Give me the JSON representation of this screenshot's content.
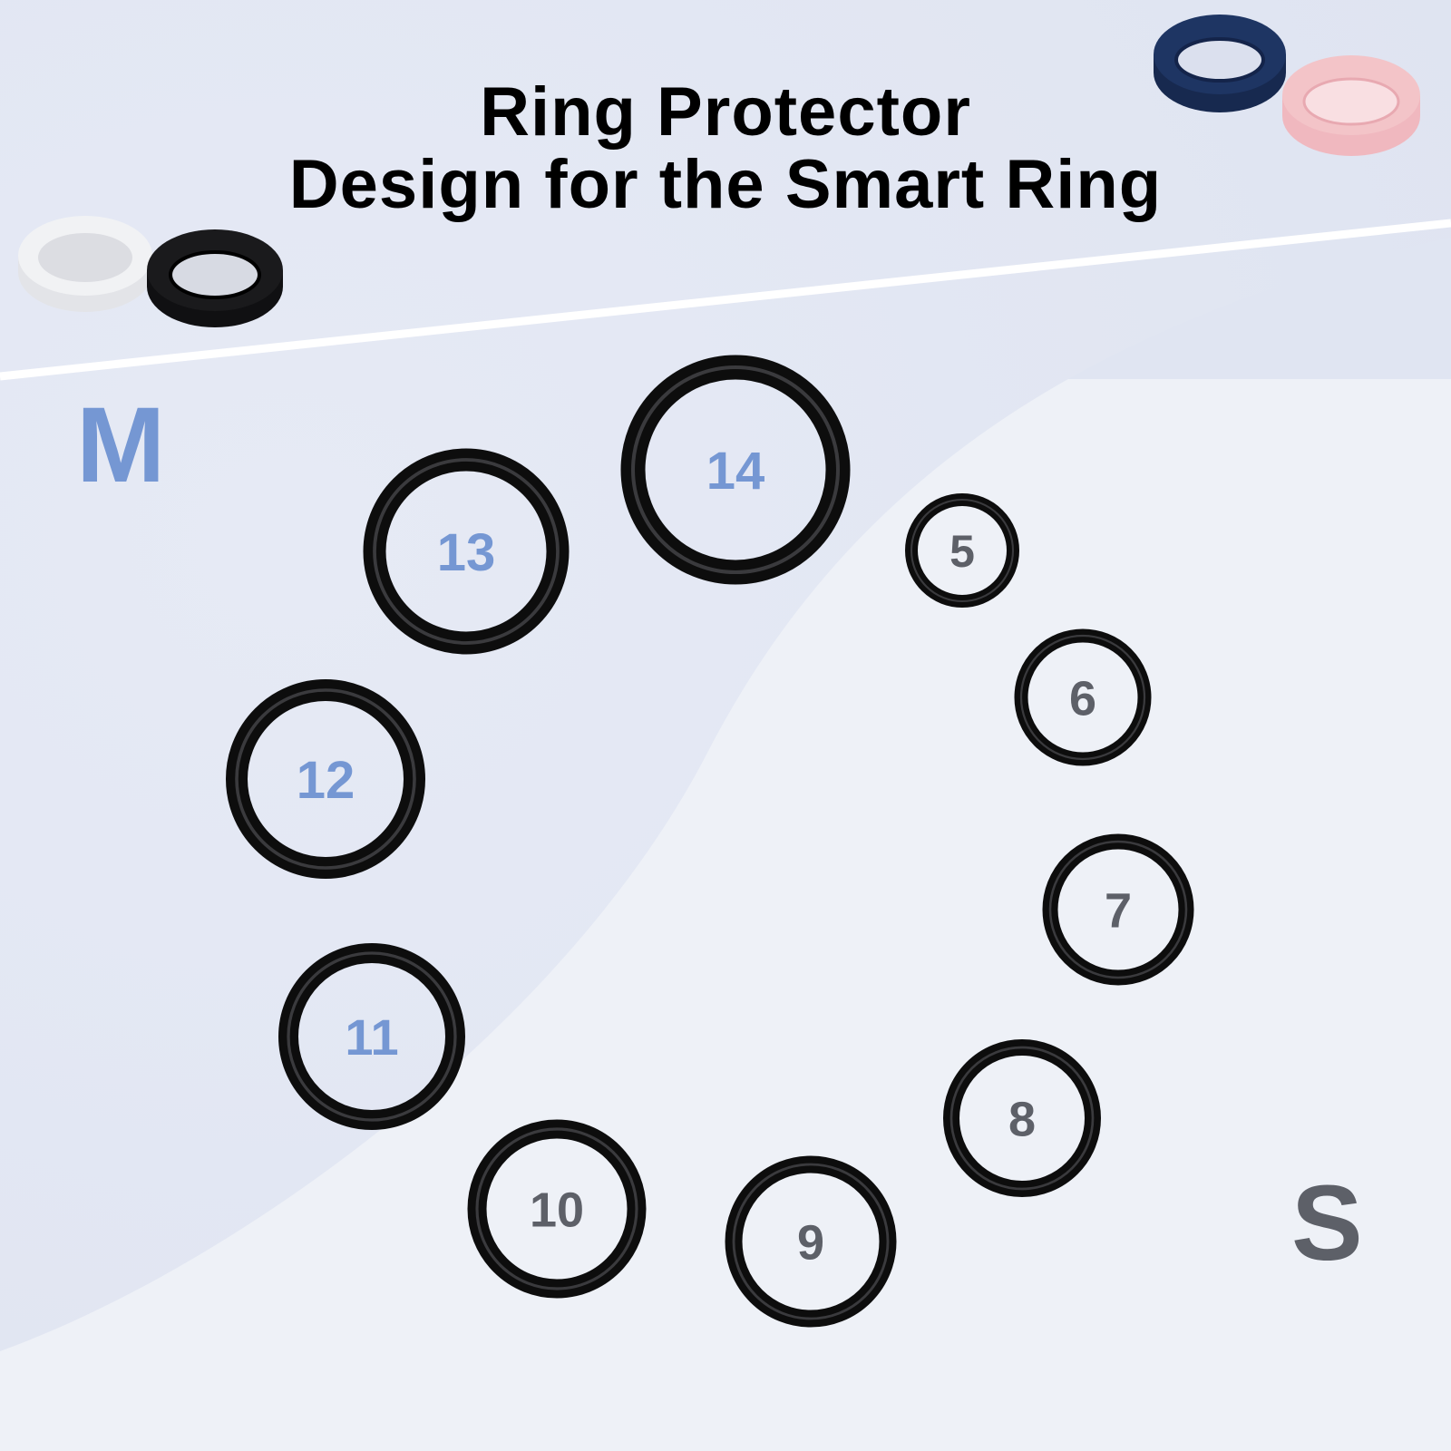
{
  "title": {
    "line1": "Ring Protector",
    "line2": "Design for the Smart Ring"
  },
  "colors": {
    "m_accent": "#7597d3",
    "s_accent": "#5d6068",
    "ring": "#0d0d0d",
    "bg_top": "#e0e5f2",
    "bg_bottom": "#eef1f7"
  },
  "groups": {
    "m": {
      "label": "M"
    },
    "s": {
      "label": "S"
    }
  },
  "rings": [
    {
      "size": "5",
      "group": "s"
    },
    {
      "size": "6",
      "group": "s"
    },
    {
      "size": "7",
      "group": "s"
    },
    {
      "size": "8",
      "group": "s"
    },
    {
      "size": "9",
      "group": "s"
    },
    {
      "size": "10",
      "group": "s"
    },
    {
      "size": "11",
      "group": "m"
    },
    {
      "size": "12",
      "group": "m"
    },
    {
      "size": "13",
      "group": "m"
    },
    {
      "size": "14",
      "group": "m"
    }
  ],
  "product_photos": [
    {
      "color_name": "white",
      "color": "#f1f2f4"
    },
    {
      "color_name": "black",
      "color": "#1a1a1c"
    },
    {
      "color_name": "navy",
      "color": "#1e3563"
    },
    {
      "color_name": "pink",
      "color": "#f3c4c8"
    }
  ]
}
